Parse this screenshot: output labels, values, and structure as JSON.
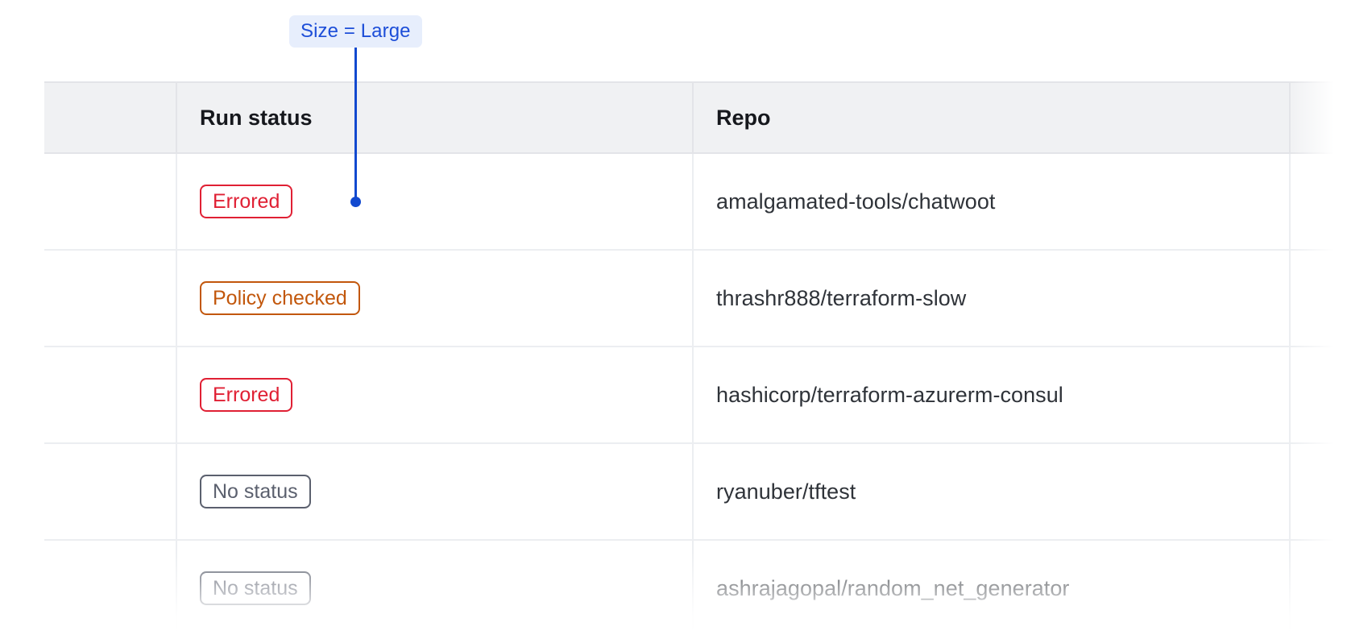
{
  "annotation": {
    "label": "Size = Large",
    "accent_color": "#1d4ed8",
    "badge_background": "#e7eefc",
    "connector_color": "#1249cf"
  },
  "table": {
    "columns": [
      {
        "key": "gutter",
        "label": ""
      },
      {
        "key": "run_status",
        "label": "Run status"
      },
      {
        "key": "repo",
        "label": "Repo"
      },
      {
        "key": "tail",
        "label": ""
      }
    ],
    "header_background": "#f0f1f3",
    "border_color": "#e3e4e8",
    "row_divider_color": "#eceef1",
    "rows": [
      {
        "status": "Errored",
        "status_variant": "errored",
        "status_color": "#e02034",
        "repo": "amalgamated-tools/chatwoot",
        "faded": false
      },
      {
        "status": "Policy checked",
        "status_variant": "policy-checked",
        "status_color": "#c2570c",
        "repo": "thrashr888/terraform-slow",
        "faded": false
      },
      {
        "status": "Errored",
        "status_variant": "errored",
        "status_color": "#e02034",
        "repo": "hashicorp/terraform-azurerm-consul",
        "faded": false
      },
      {
        "status": "No status",
        "status_variant": "no-status",
        "status_color": "#5b606e",
        "repo": "ryanuber/tftest",
        "faded": false
      },
      {
        "status": "No status",
        "status_variant": "no-status",
        "status_color": "#5b606e",
        "repo": "ashrajagopal/random_net_generator",
        "faded": true
      }
    ]
  }
}
